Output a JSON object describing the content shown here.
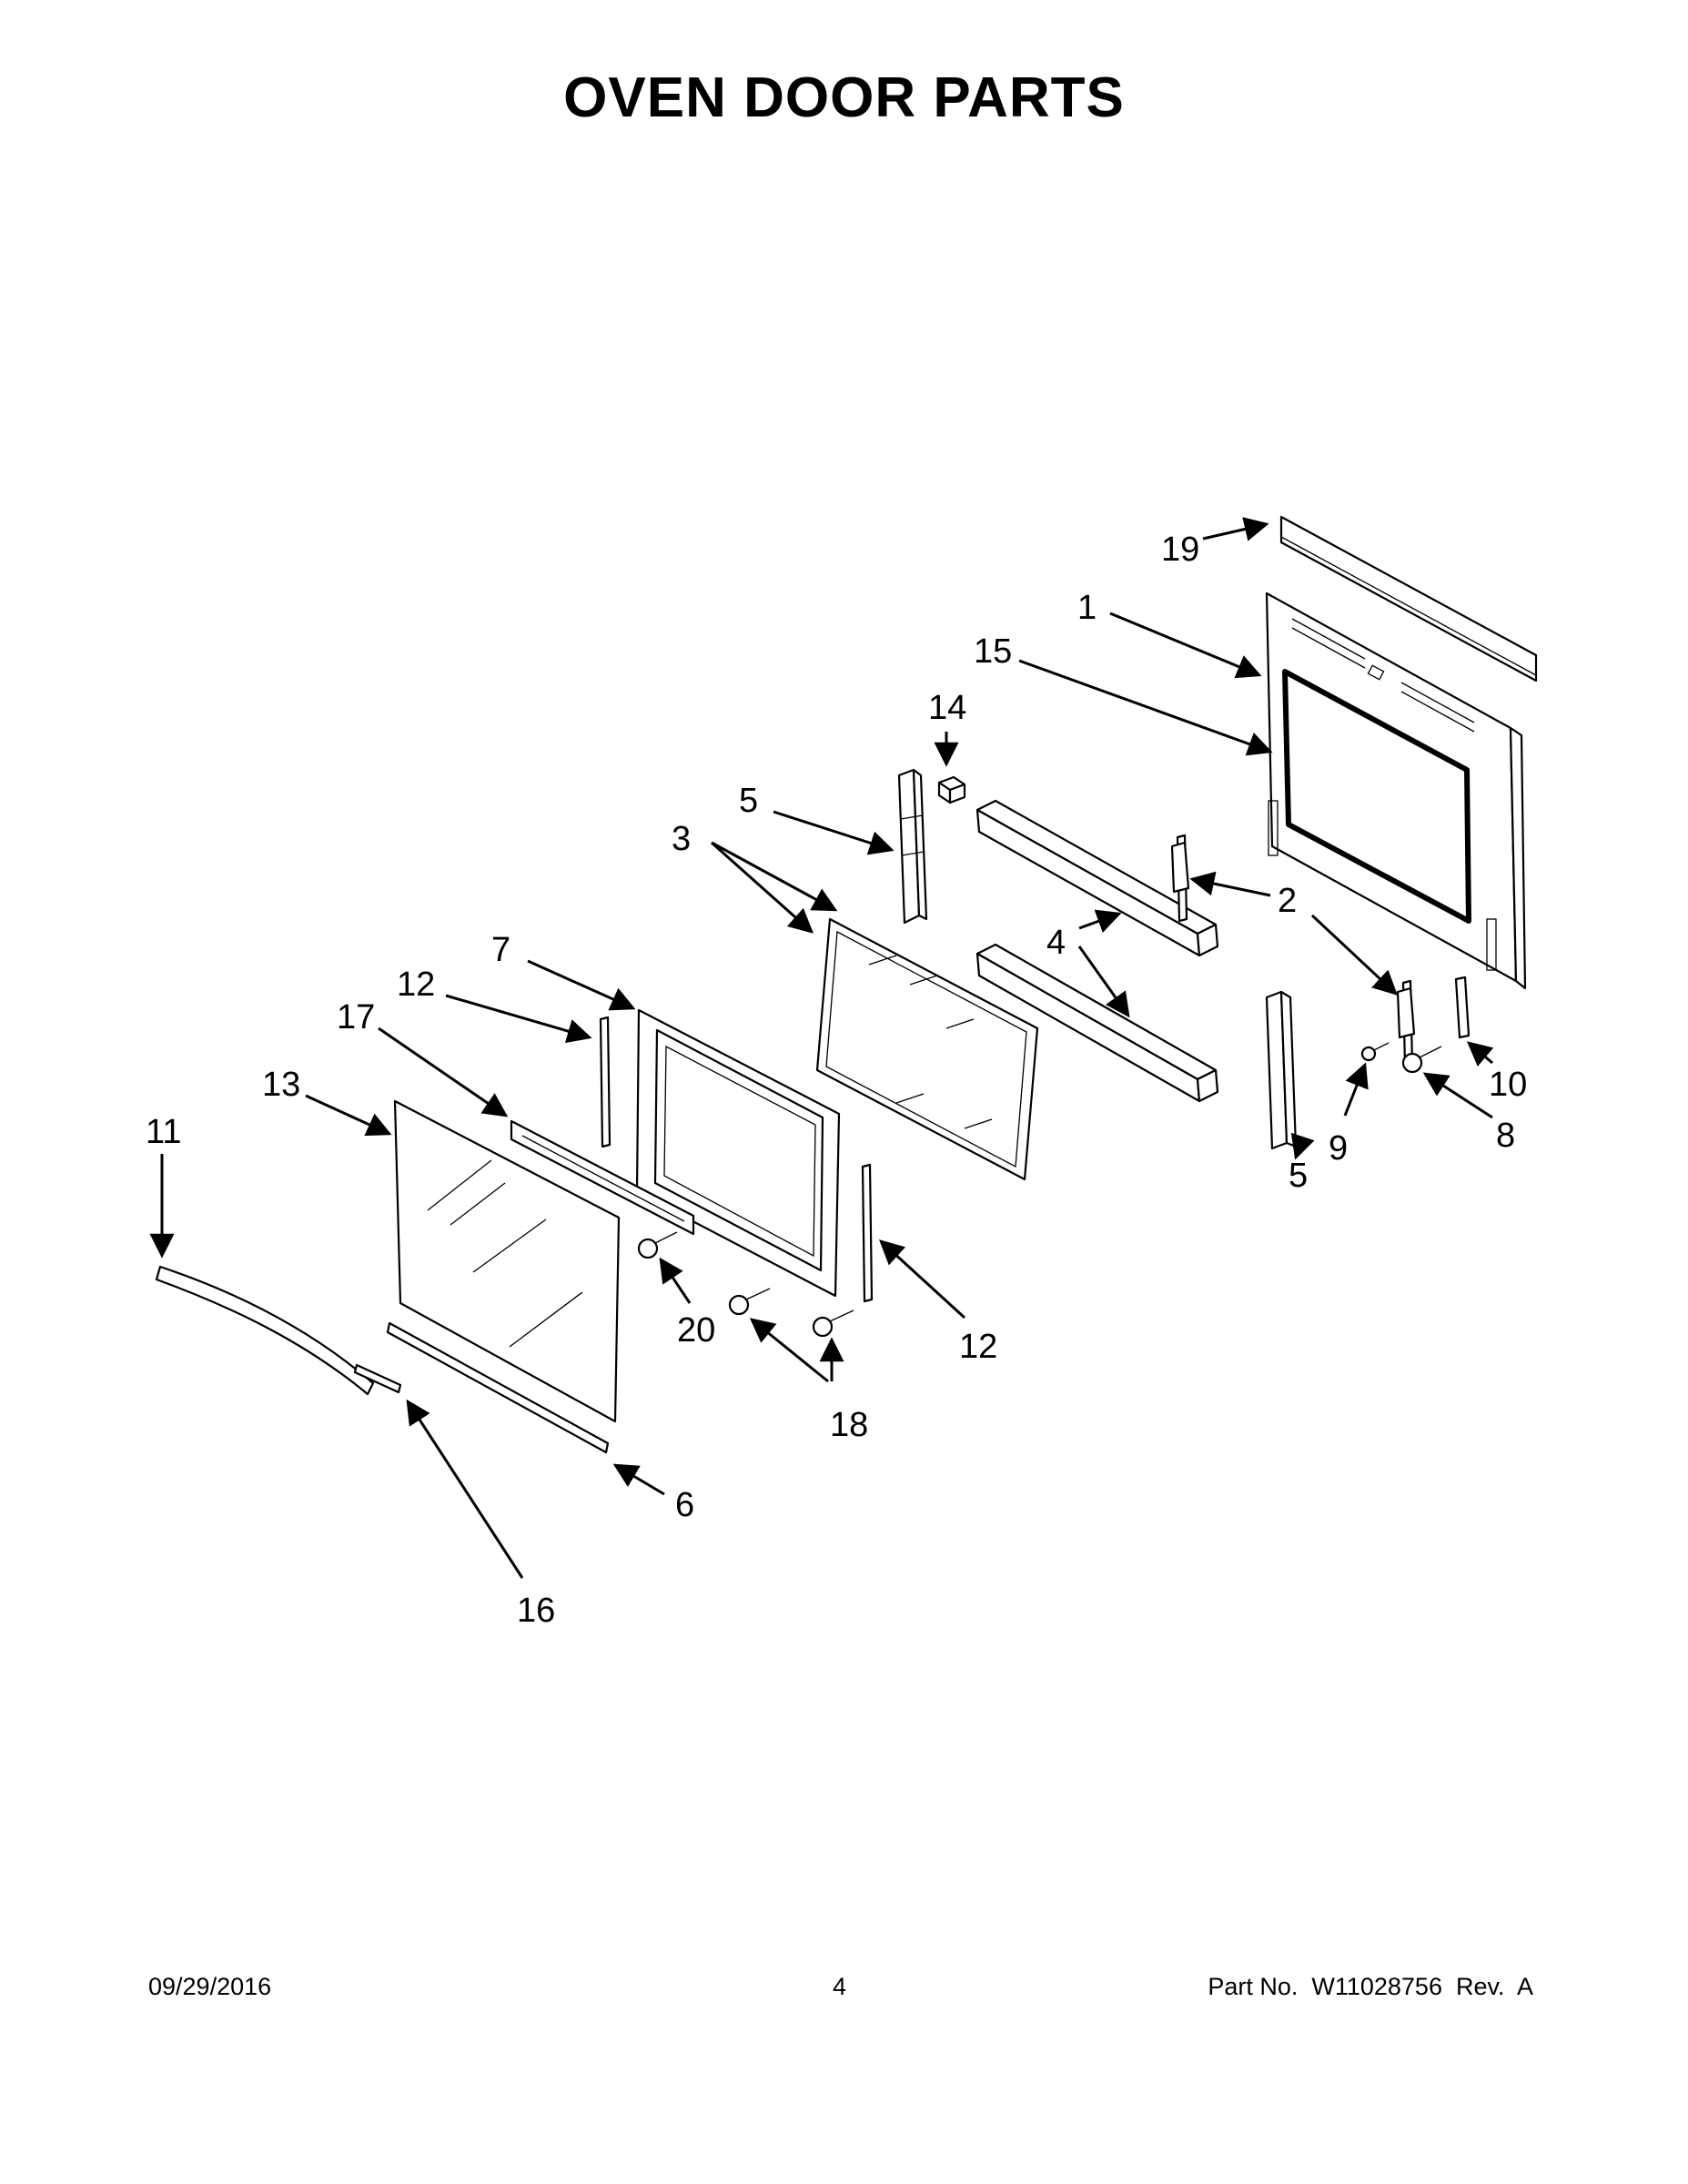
{
  "title": "OVEN DOOR PARTS",
  "footer": {
    "date": "09/29/2016",
    "page": "4",
    "part_number": "Part No.  W11028756  Rev.  A"
  },
  "callouts": [
    {
      "id": "c19",
      "label": "19"
    },
    {
      "id": "c1",
      "label": "1"
    },
    {
      "id": "c15",
      "label": "15"
    },
    {
      "id": "c14",
      "label": "14"
    },
    {
      "id": "c5a",
      "label": "5"
    },
    {
      "id": "c3",
      "label": "3"
    },
    {
      "id": "c2",
      "label": "2"
    },
    {
      "id": "c4",
      "label": "4"
    },
    {
      "id": "c7",
      "label": "7"
    },
    {
      "id": "c12a",
      "label": "12"
    },
    {
      "id": "c17",
      "label": "17"
    },
    {
      "id": "c13",
      "label": "13"
    },
    {
      "id": "c11",
      "label": "11"
    },
    {
      "id": "c10",
      "label": "10"
    },
    {
      "id": "c9",
      "label": "9"
    },
    {
      "id": "c8",
      "label": "8"
    },
    {
      "id": "c5b",
      "label": "5"
    },
    {
      "id": "c20",
      "label": "20"
    },
    {
      "id": "c12b",
      "label": "12"
    },
    {
      "id": "c18",
      "label": "18"
    },
    {
      "id": "c6",
      "label": "6"
    },
    {
      "id": "c16",
      "label": "16"
    }
  ]
}
